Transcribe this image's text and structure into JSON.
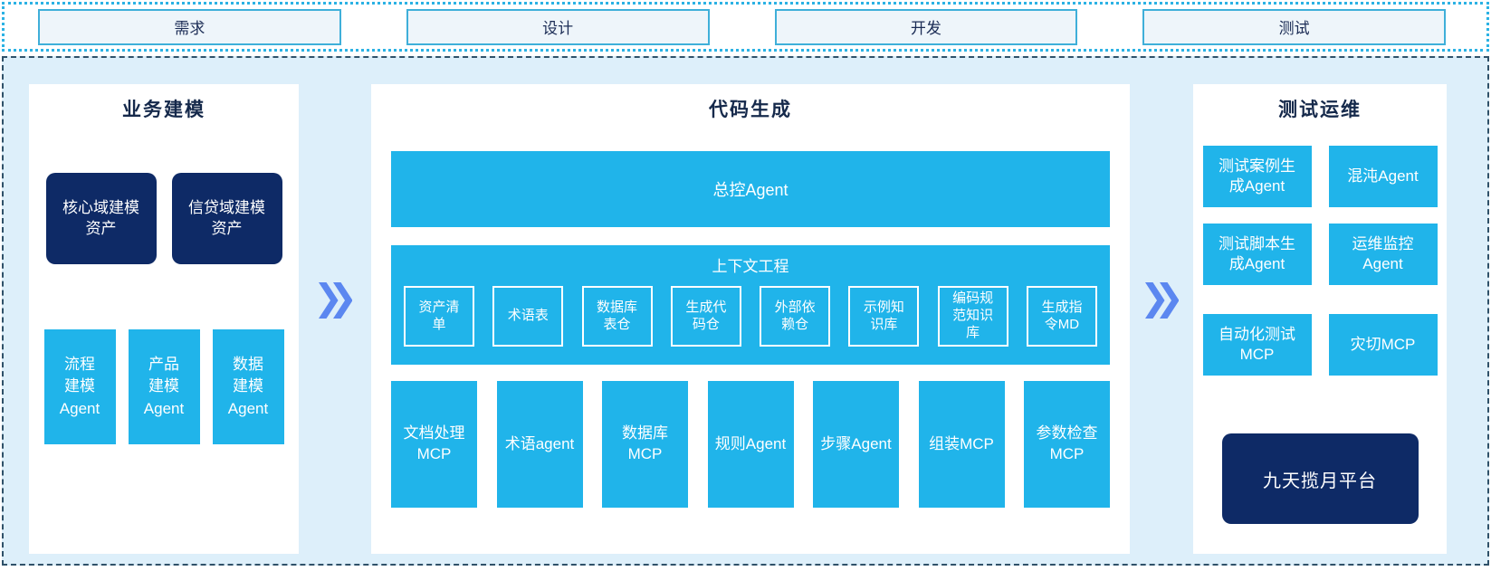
{
  "flow_steps": [
    "需求",
    "设计",
    "开发",
    "测试"
  ],
  "panels": {
    "business": {
      "title": "业务建模",
      "assets": [
        "核心域建模\n资产",
        "信贷域建模\n资产"
      ],
      "agents": [
        "流程\n建模\nAgent",
        "产品\n建模\nAgent",
        "数据\n建模\nAgent"
      ]
    },
    "codegen": {
      "title": "代码生成",
      "master_agent": "总控Agent",
      "context": {
        "title": "上下文工程",
        "items": [
          "资产清\n单",
          "术语表",
          "数据库\n表仓",
          "生成代\n码仓",
          "外部依\n赖仓",
          "示例知\n识库",
          "编码规\n范知识\n库",
          "生成指\n令MD"
        ]
      },
      "workers": [
        "文档处理\nMCP",
        "术语agent",
        "数据库\nMCP",
        "规则Agent",
        "步骤Agent",
        "组装MCP",
        "参数检查\nMCP"
      ]
    },
    "testops": {
      "title": "测试运维",
      "row1": [
        "测试案例生\n成Agent",
        "混沌Agent"
      ],
      "row2": [
        "测试脚本生\n成Agent",
        "运维监控\nAgent"
      ],
      "row3": [
        "自动化测试\nMCP",
        "灾切MCP"
      ],
      "platform": "九天揽月平台"
    }
  },
  "icons": {
    "arrow_left_to_mid": "double-chevron-right",
    "arrow_mid_to_right": "double-chevron-right"
  },
  "colors": {
    "cyan_box": "#20b4ea",
    "navy_box": "#0e2a66",
    "arrow_blue": "#5b87f0",
    "container_bg": "#ddeffa",
    "container_border_dashed": "#2f5169",
    "strip_border_dotted": "#2bb2e4",
    "phase_box_bg": "#eef5fa",
    "phase_box_border": "#3fafd9",
    "phase_text": "#1b2c55",
    "title_text": "#15294b",
    "box_text": "#ffffff"
  }
}
